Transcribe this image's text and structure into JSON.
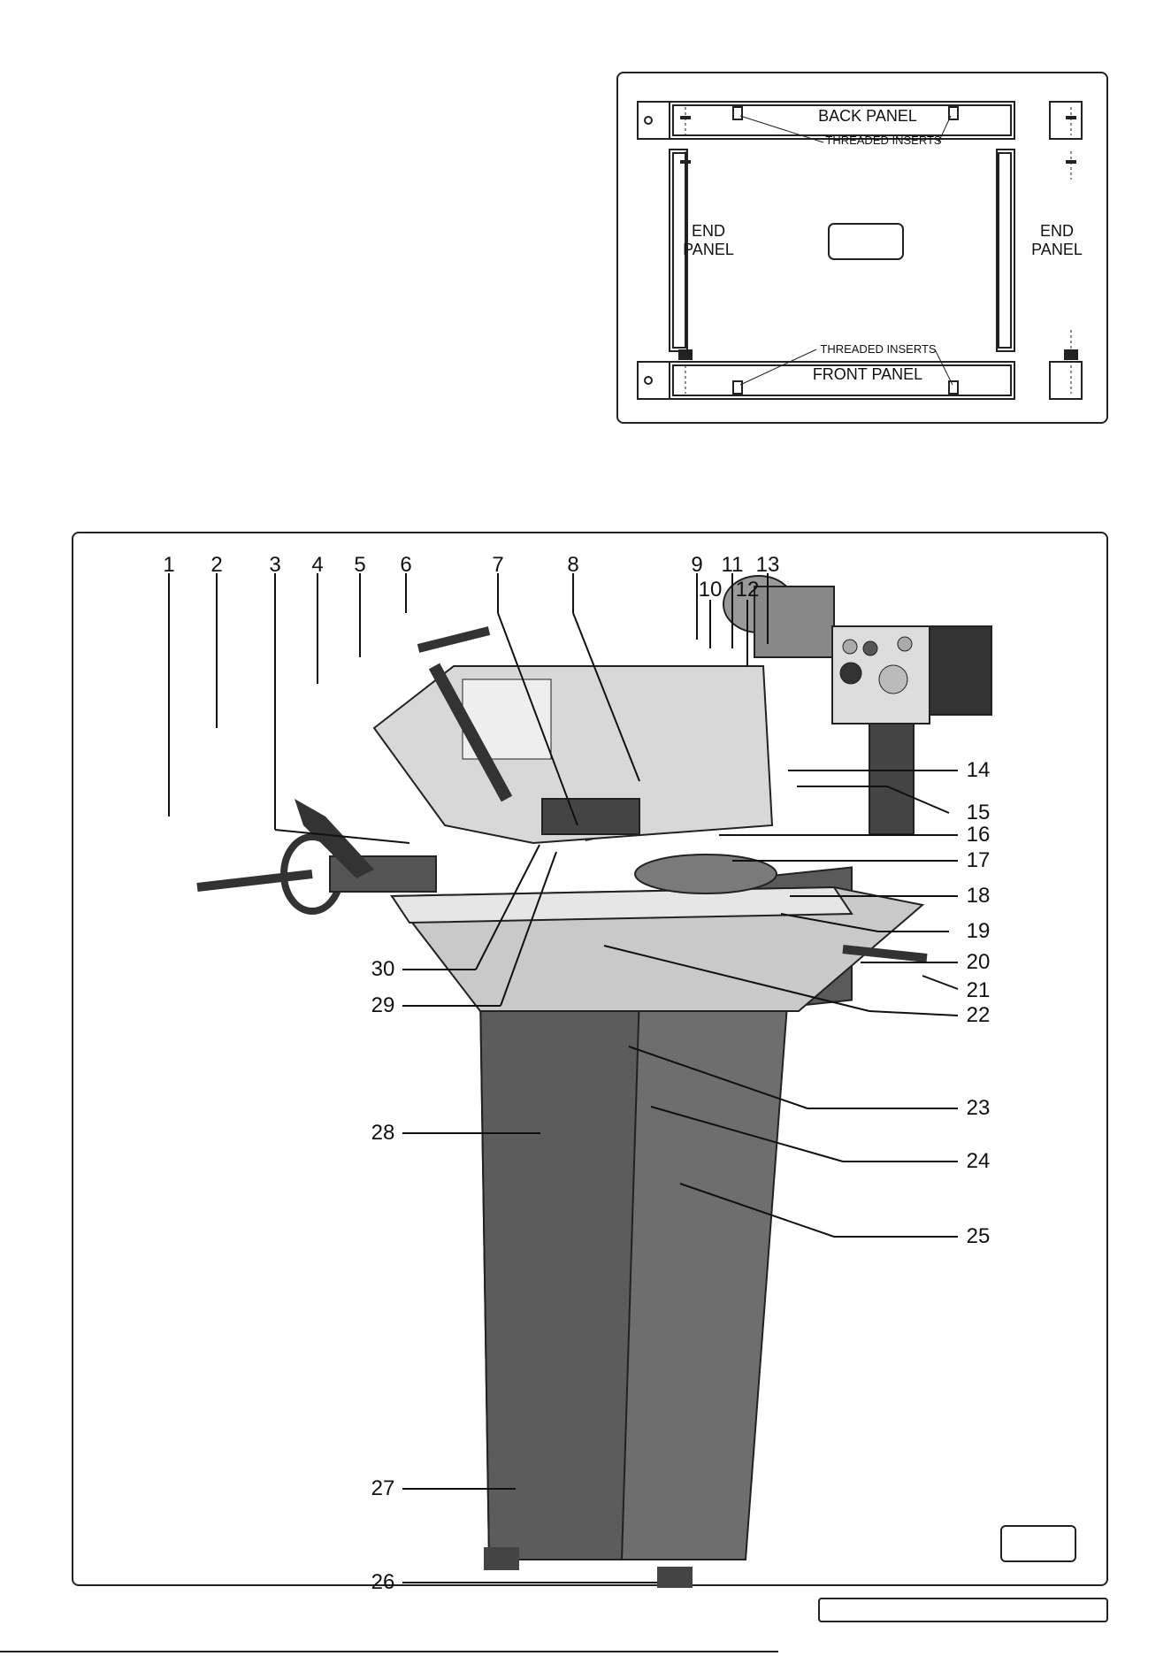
{
  "base_diagram": {
    "back_panel": "BACK PANEL",
    "front_panel": "FRONT PANEL",
    "threaded_inserts_top": "THREADED INSERTS",
    "threaded_inserts_bottom": "THREADED INSERTS",
    "end_panel_left": [
      "END",
      "PANEL"
    ],
    "end_panel_right": [
      "END",
      "PANEL"
    ]
  },
  "figure": {
    "callouts": [
      "1",
      "2",
      "3",
      "4",
      "5",
      "6",
      "7",
      "8",
      "9",
      "10",
      "11",
      "12",
      "13",
      "14",
      "15",
      "16",
      "17",
      "18",
      "19",
      "20",
      "21",
      "22",
      "23",
      "24",
      "25",
      "26",
      "27",
      "28",
      "29",
      "30"
    ]
  },
  "colors": {
    "stroke": "#222222",
    "cabinet": "#6e6e6e",
    "table": "#c9c9c9",
    "head": "#d8d8d8"
  }
}
